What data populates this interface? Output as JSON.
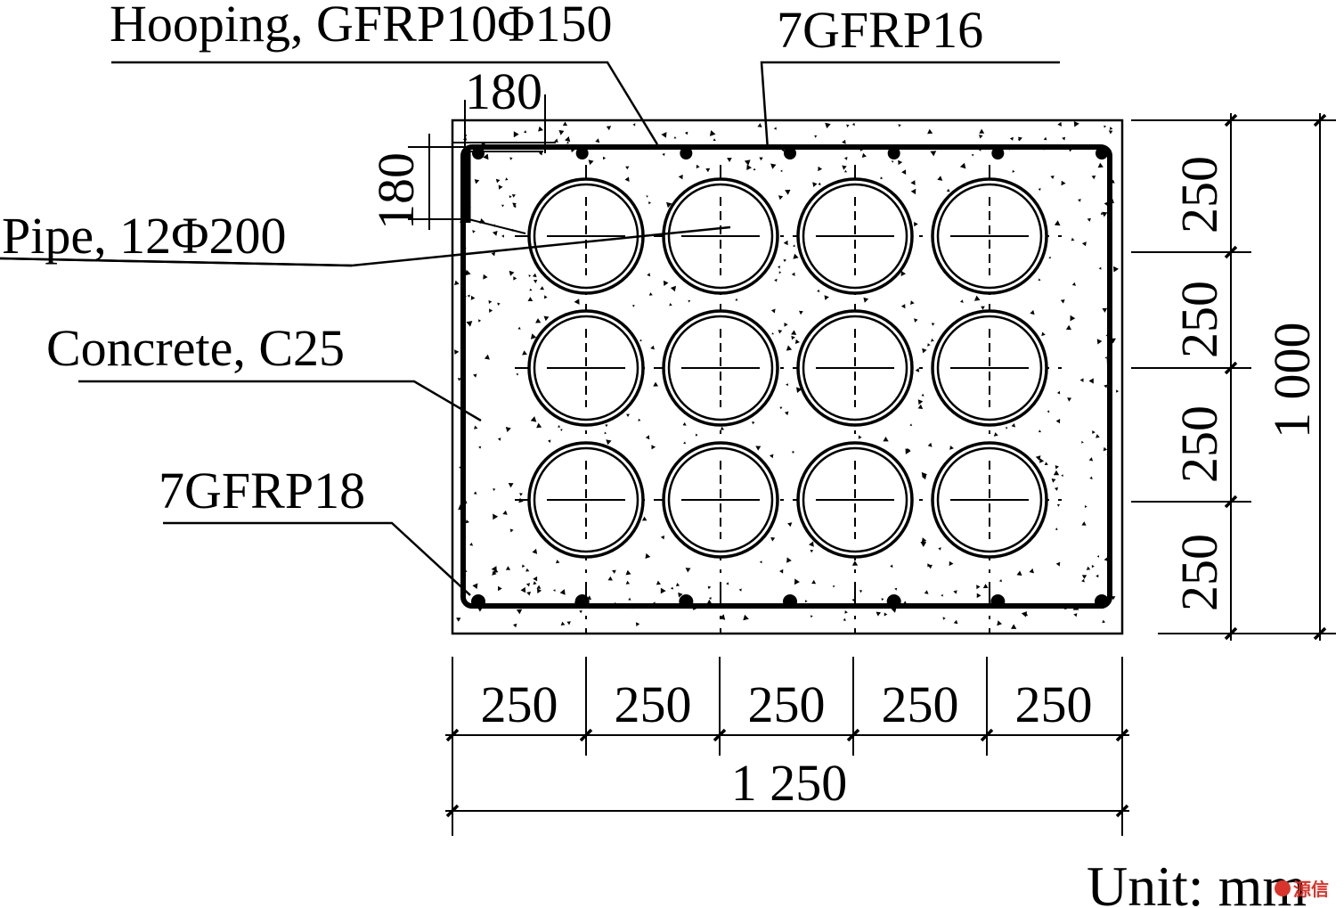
{
  "labels": {
    "hooping": "Hooping, GFRP10Φ150",
    "top_bars": "7GFRP16",
    "pipe": "Pipe, 12Φ200",
    "concrete": "Concrete, C25",
    "bottom_bars": "7GFRP18",
    "cover_h": "180",
    "cover_v": "180"
  },
  "dimensions": {
    "bottom_segments": [
      "250",
      "250",
      "250",
      "250",
      "250"
    ],
    "bottom_total": "1 250",
    "right_segments": [
      "250",
      "250",
      "250",
      "250"
    ],
    "right_total": "1 000"
  },
  "unit_label": "Unit: mm",
  "watermark": {
    "icon": "wechat-icon",
    "text": "源信"
  },
  "section": {
    "pipe_rows": 3,
    "pipe_cols": 4,
    "top_bar_count": 7,
    "bottom_bar_count": 7
  }
}
